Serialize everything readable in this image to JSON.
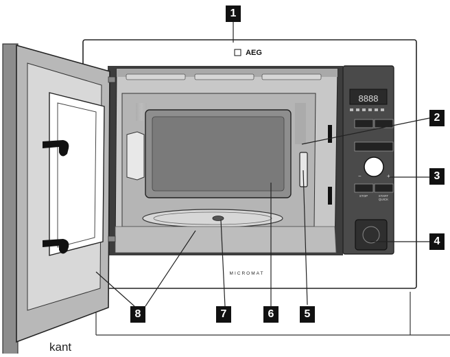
{
  "brand": "AEG",
  "model": "MICROMAT",
  "buttons": {
    "stop": "STOP",
    "start": "START",
    "quick": "QUICK"
  },
  "callouts": [
    {
      "n": "1"
    },
    {
      "n": "2"
    },
    {
      "n": "3"
    },
    {
      "n": "4"
    },
    {
      "n": "5"
    },
    {
      "n": "6"
    },
    {
      "n": "7"
    },
    {
      "n": "8"
    }
  ],
  "caption": "kant",
  "display_digits": "8888"
}
